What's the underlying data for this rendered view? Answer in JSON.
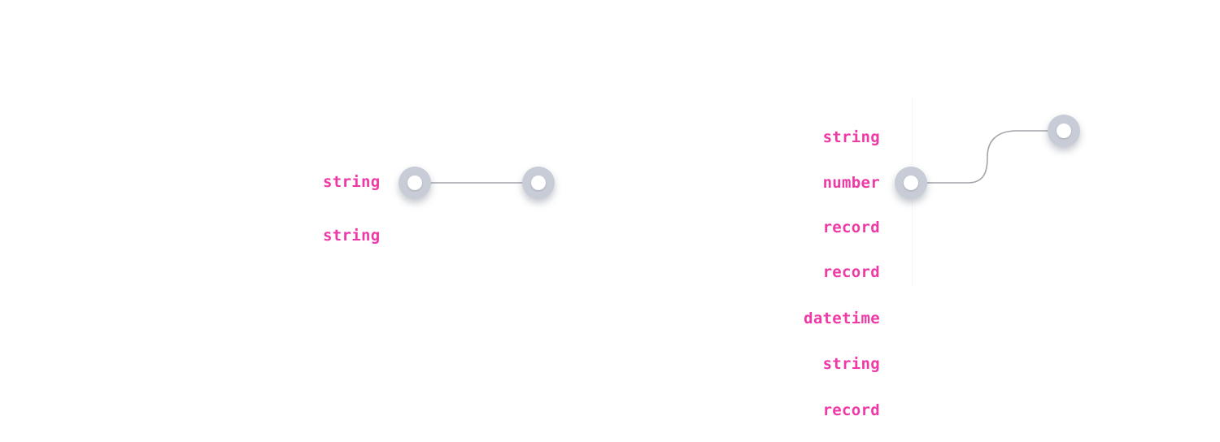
{
  "left_node": {
    "fields": [
      {
        "type": "string"
      },
      {
        "type": "string"
      }
    ]
  },
  "right_node": {
    "fields": [
      {
        "type": "string"
      },
      {
        "type": "number"
      },
      {
        "type": "record"
      },
      {
        "type": "record"
      },
      {
        "type": "datetime"
      },
      {
        "type": "string"
      },
      {
        "type": "record"
      }
    ]
  },
  "colors": {
    "type_label": "#ee3aa6",
    "handle": "#c8ccd6",
    "edge": "#a3a3aa"
  }
}
